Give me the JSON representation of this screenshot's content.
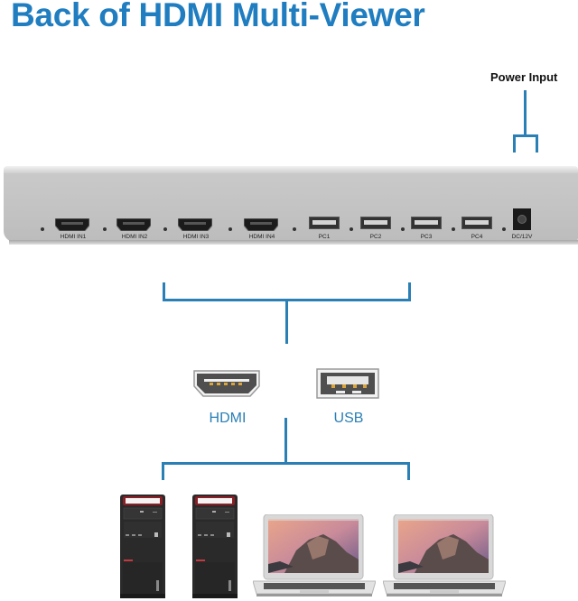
{
  "header": {
    "title": "Back of HDMI Multi-Viewer"
  },
  "callouts": {
    "power_input": "Power Input"
  },
  "device": {
    "hdmi_inputs": [
      "HDMI IN1",
      "HDMI IN2",
      "HDMI IN3",
      "HDMI IN4"
    ],
    "usb_ports": [
      "PC1",
      "PC2",
      "PC3",
      "PC4"
    ],
    "power_port": "DC/12V"
  },
  "connectors": {
    "hdmi_label": "HDMI",
    "usb_label": "USB"
  },
  "computers": [
    {
      "type": "desktop-tower",
      "icon": "desktop-tower-icon"
    },
    {
      "type": "desktop-tower",
      "icon": "desktop-tower-icon"
    },
    {
      "type": "laptop",
      "icon": "laptop-icon"
    },
    {
      "type": "laptop",
      "icon": "laptop-icon"
    }
  ],
  "colors": {
    "accent": "#1f7dc0",
    "line": "#2a7fb5",
    "device_body": "#c4c4c4",
    "pc_red": "#b0242a"
  }
}
